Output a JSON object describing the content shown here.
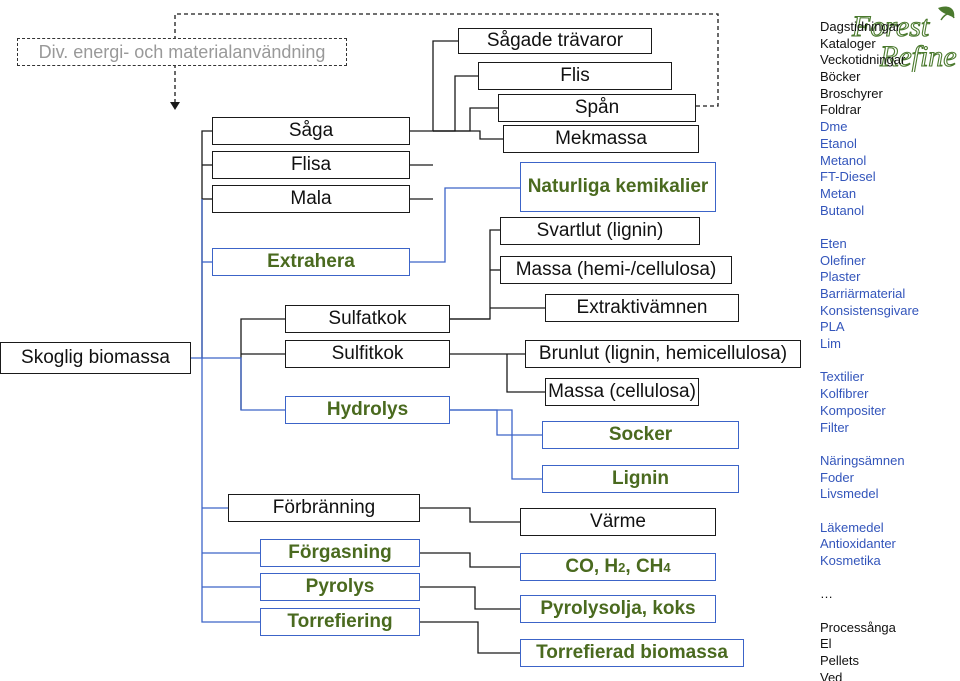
{
  "colors": {
    "line": "#1a1a1a",
    "blue": "#3c64c8",
    "green": "#4a6a1f",
    "logo_green": "#4b7a2e"
  },
  "diagram": {
    "source": "Skoglig biomassa",
    "misc": "Div. energi- och materialanvändning",
    "processes": {
      "saga": "Såga",
      "flisa": "Flisa",
      "mala": "Mala",
      "extrahera": "Extrahera",
      "sulfatkok": "Sulfatkok",
      "sulfitkok": "Sulfitkok",
      "hydrolys": "Hydrolys",
      "forbranning": "Förbränning",
      "forgasning": "Förgasning",
      "pyrolys": "Pyrolys",
      "torrefiering": "Torrefiering"
    },
    "products": {
      "sagade": "Sågade trävaror",
      "flis": "Flis",
      "span": "Spån",
      "mekmassa": "Mekmassa",
      "naturliga": "Naturliga kemikalier",
      "svartlut": "Svartlut (lignin)",
      "massa_hemi": "Massa (hemi-/cellulosa)",
      "extraktiv": "Extraktivämnen",
      "brunlut": "Brunlut (lignin, hemicellulosa)",
      "massa_cell": "Massa (cellulosa)",
      "socker": "Socker",
      "lignin": "Lignin",
      "varme": "Värme",
      "syngas": {
        "co": "CO, H",
        "h_sub": "2",
        "mid": ", CH",
        "ch_sub": "4"
      },
      "pyrolysolja": "Pyrolysolja, koks",
      "torrefierad": "Torrefierad biomassa"
    }
  },
  "applications": [
    {
      "text": "Dagstidningar",
      "tone": "dark"
    },
    {
      "text": "Kataloger",
      "tone": "dark"
    },
    {
      "text": "Veckotidningar",
      "tone": "dark"
    },
    {
      "text": "Böcker",
      "tone": "dark"
    },
    {
      "text": "Broschyrer",
      "tone": "dark"
    },
    {
      "text": "Foldrar",
      "tone": "dark"
    },
    {
      "text": "Dme",
      "tone": "blue"
    },
    {
      "text": "Etanol",
      "tone": "blue"
    },
    {
      "text": "Metanol",
      "tone": "blue"
    },
    {
      "text": "FT-Diesel",
      "tone": "blue"
    },
    {
      "text": "Metan",
      "tone": "blue"
    },
    {
      "text": "Butanol",
      "tone": "blue"
    },
    {
      "text": "",
      "tone": "blue"
    },
    {
      "text": "Eten",
      "tone": "blue"
    },
    {
      "text": "Olefiner",
      "tone": "blue"
    },
    {
      "text": "Plaster",
      "tone": "blue"
    },
    {
      "text": "Barriärmaterial",
      "tone": "blue"
    },
    {
      "text": "Konsistensgivare",
      "tone": "blue"
    },
    {
      "text": "PLA",
      "tone": "blue"
    },
    {
      "text": "Lim",
      "tone": "blue"
    },
    {
      "text": "",
      "tone": "blue"
    },
    {
      "text": "Textilier",
      "tone": "blue"
    },
    {
      "text": "Kolfibrer",
      "tone": "blue"
    },
    {
      "text": "Kompositer",
      "tone": "blue"
    },
    {
      "text": "Filter",
      "tone": "blue"
    },
    {
      "text": "",
      "tone": "blue"
    },
    {
      "text": "Näringsämnen",
      "tone": "blue"
    },
    {
      "text": "Foder",
      "tone": "blue"
    },
    {
      "text": "Livsmedel",
      "tone": "blue"
    },
    {
      "text": "",
      "tone": "blue"
    },
    {
      "text": "Läkemedel",
      "tone": "blue"
    },
    {
      "text": "Antioxidanter",
      "tone": "blue"
    },
    {
      "text": "Kosmetika",
      "tone": "blue"
    },
    {
      "text": "",
      "tone": "dark"
    },
    {
      "text": "…",
      "tone": "dark"
    },
    {
      "text": "",
      "tone": "dark"
    },
    {
      "text": "Processånga",
      "tone": "dark"
    },
    {
      "text": "El",
      "tone": "dark"
    },
    {
      "text": "Pellets",
      "tone": "dark"
    },
    {
      "text": "Ved",
      "tone": "dark"
    }
  ],
  "logo": {
    "line1": "Forest",
    "line2": "Refine"
  }
}
